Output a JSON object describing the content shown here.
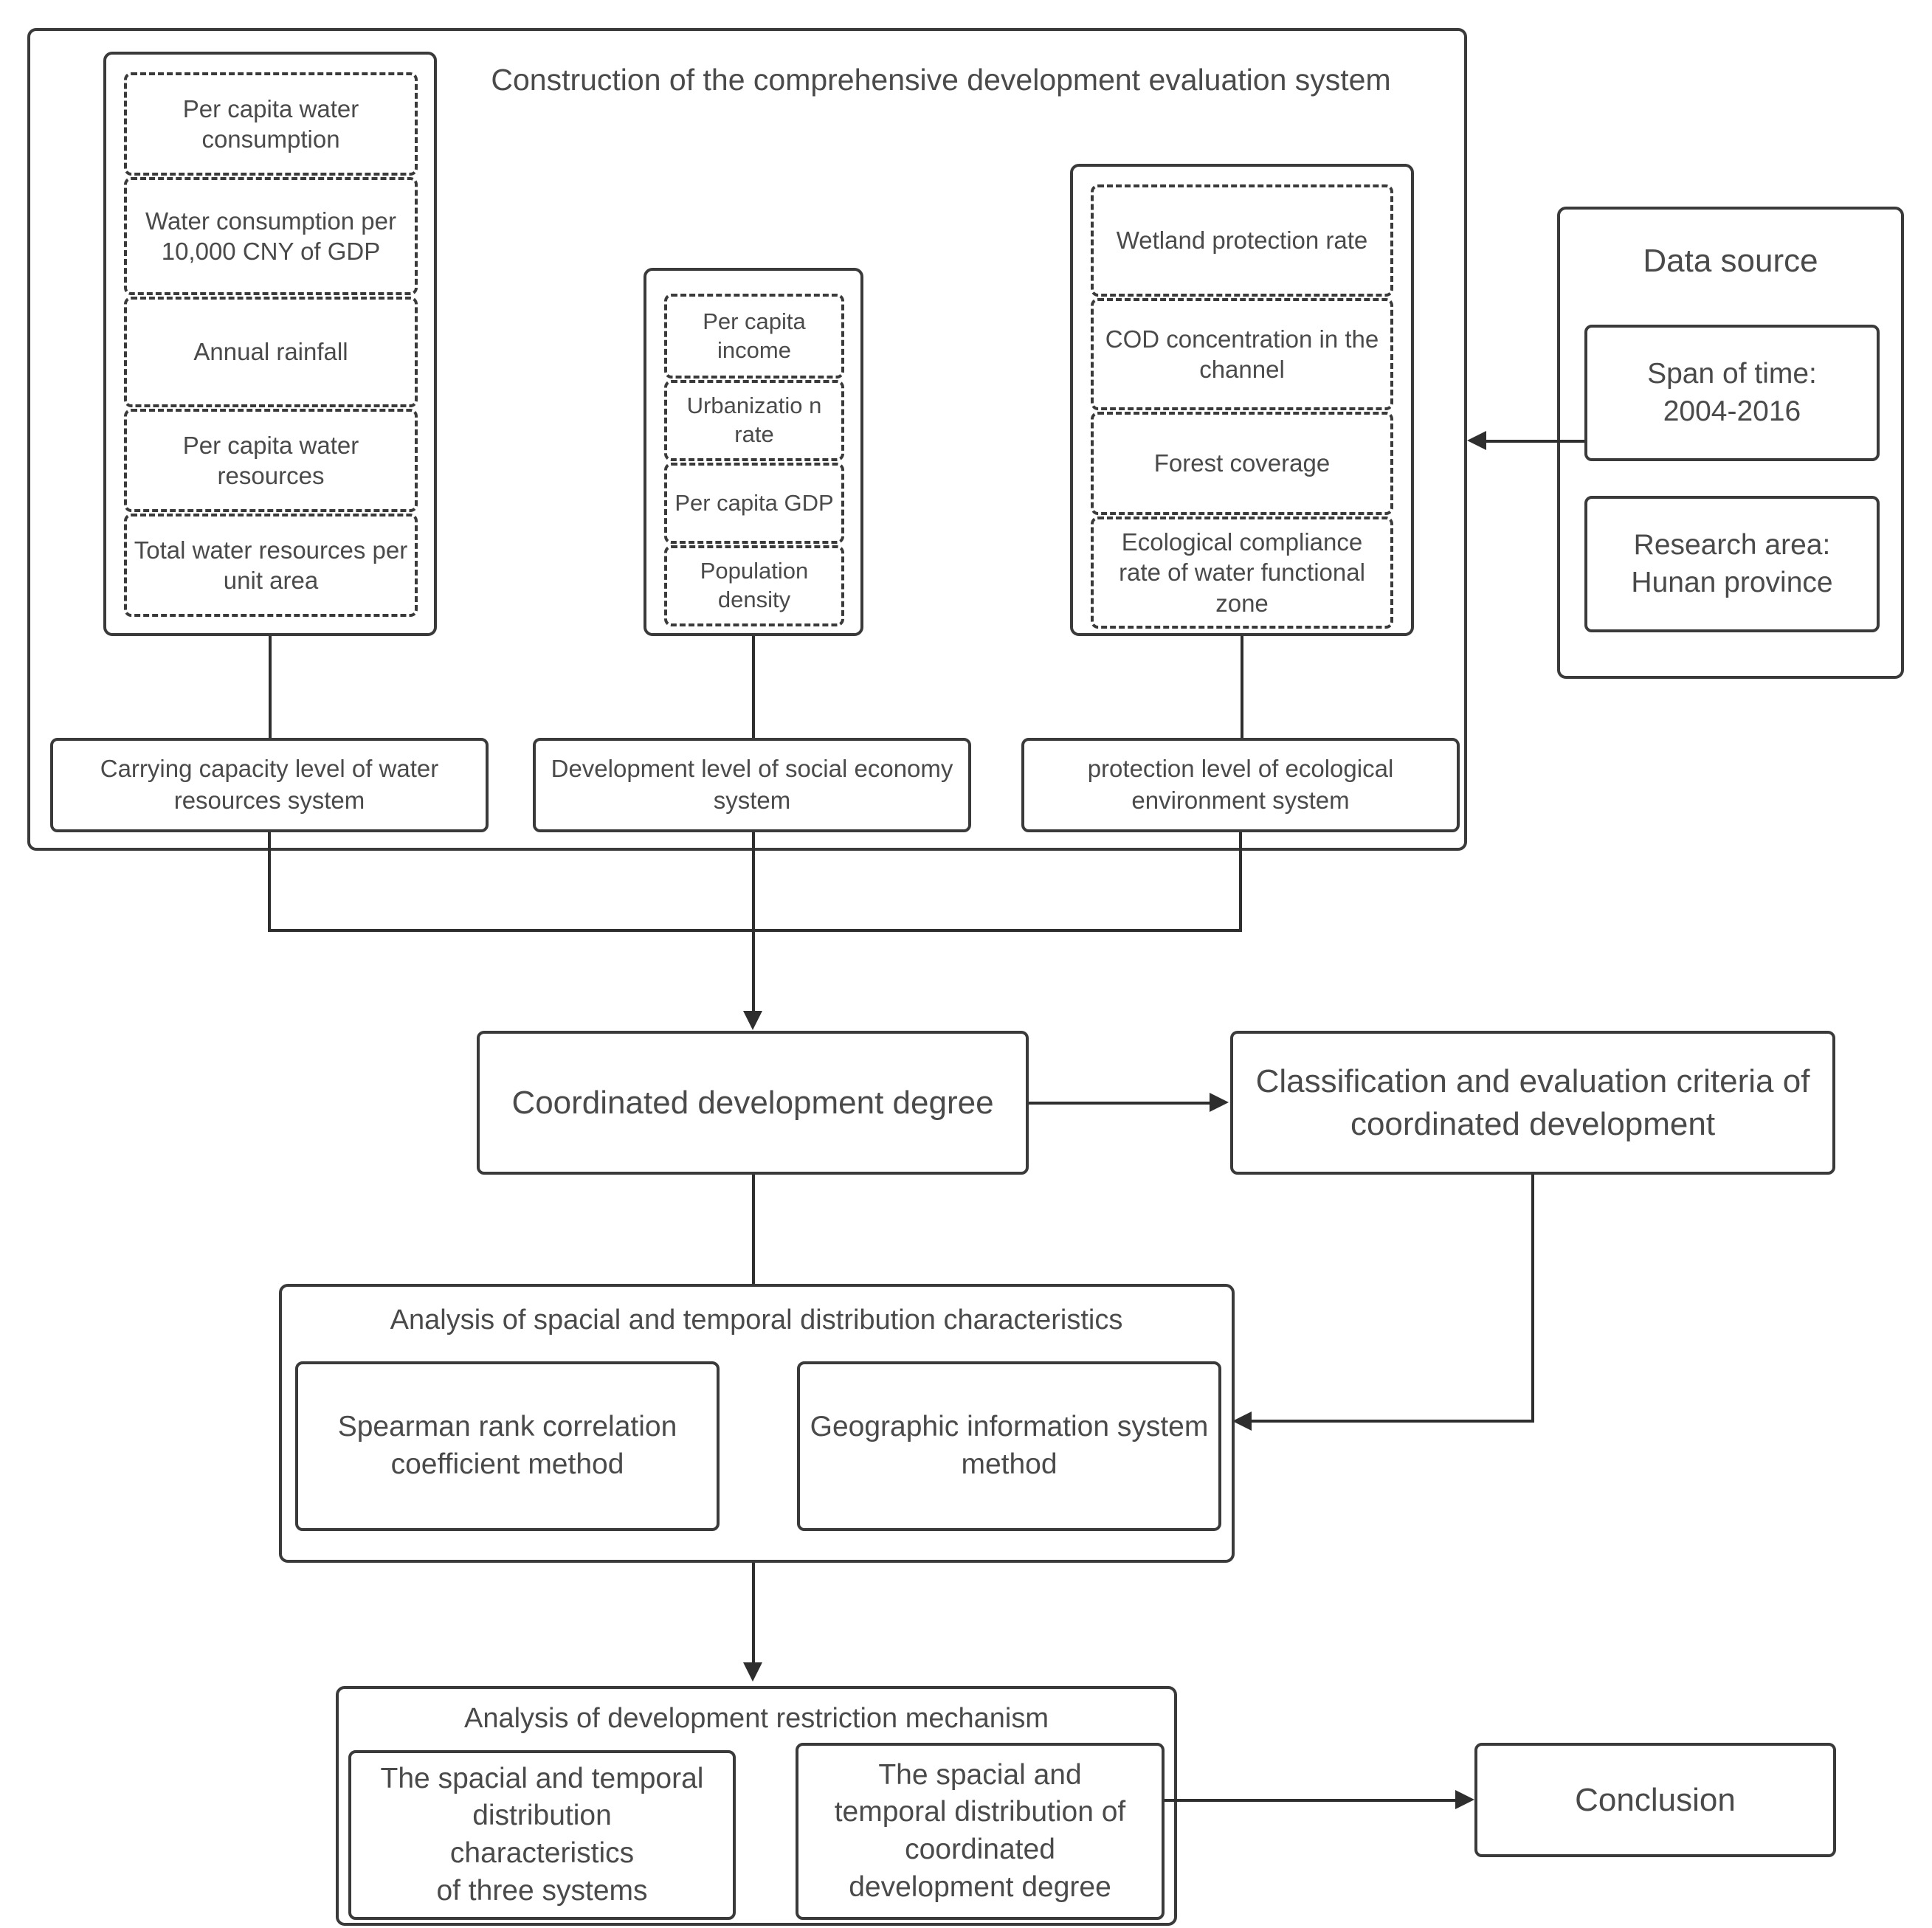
{
  "main_panel": {
    "title": "Construction of the comprehensive development evaluation system"
  },
  "water_resources_indicators": [
    {
      "label": "Per capita water consumption"
    },
    {
      "label": "Water consumption per 10,000 CNY  of GDP"
    },
    {
      "label": "Annual rainfall"
    },
    {
      "label": "Per capita water resources"
    },
    {
      "label": "Total water resources per unit area"
    }
  ],
  "social_economy_indicators": [
    {
      "label": "Per capita income"
    },
    {
      "label": "Urbanizatio n rate"
    },
    {
      "label": "Per capita GDP"
    },
    {
      "label": "Population density"
    }
  ],
  "ecological_indicators": [
    {
      "label": "Wetland protection rate"
    },
    {
      "label": "COD concentration in the channel"
    },
    {
      "label": "Forest coverage"
    },
    {
      "label": "Ecological compliance rate of water functional zone"
    }
  ],
  "system_levels": [
    {
      "label": "Carrying capacity level of water resources system"
    },
    {
      "label": "Development level of social economy system"
    },
    {
      "label": "protection level of ecological environment system"
    }
  ],
  "data_source": {
    "title": "Data source",
    "items": [
      {
        "label": "Span of time:\n2004-2016"
      },
      {
        "label": "Research area:\nHunan province"
      }
    ]
  },
  "coordinated_development": {
    "label": "Coordinated development degree"
  },
  "classification_criteria": {
    "label": "Classification and evaluation criteria of coordinated development"
  },
  "spatial_temporal_analysis": {
    "title": "Analysis of spacial and temporal distribution characteristics",
    "methods": [
      {
        "label": "Spearman rank correlation coefficient method"
      },
      {
        "label": "Geographic information system method"
      }
    ]
  },
  "restriction_mechanism": {
    "title": "Analysis of development restriction mechanism",
    "items": [
      {
        "label": "The spacial and temporal\ndistribution\ncharacteristics\nof three systems"
      },
      {
        "label": "The spacial and\ntemporal distribution of\ncoordinated\ndevelopment degree"
      }
    ]
  },
  "conclusion": {
    "label": "Conclusion"
  },
  "colors": {
    "stroke": "#3a3a3a",
    "connector": "#2e2e2e",
    "text": "#4a4a4a",
    "background": "#ffffff"
  }
}
